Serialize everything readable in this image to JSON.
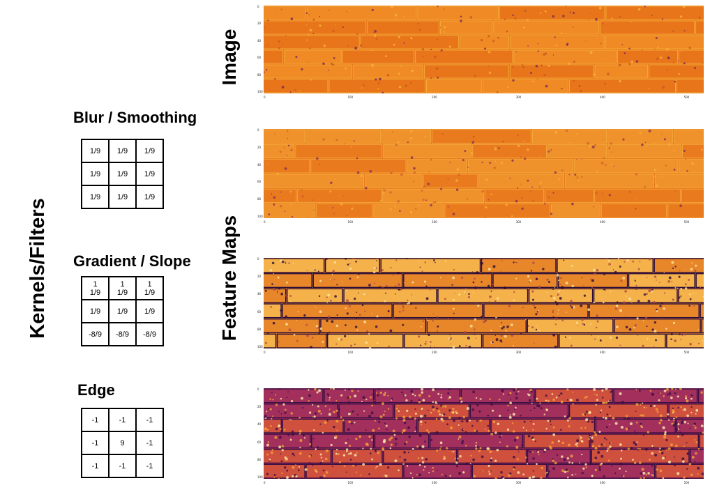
{
  "labels": {
    "kernels": "Kernels/Filters",
    "image": "Image",
    "feature_maps": "Feature Maps"
  },
  "kernels": [
    {
      "title": "Blur / Smoothing",
      "rows": [
        [
          "1/9",
          "1/9",
          "1/9"
        ],
        [
          "1/9",
          "1/9",
          "1/9"
        ],
        [
          "1/9",
          "1/9",
          "1/9"
        ]
      ]
    },
    {
      "title": "Gradient / Slope",
      "rows": [
        [
          "1\n1/9",
          "1\n1/9",
          "1\n1/9"
        ],
        [
          "1/9",
          "1/9",
          "1/9"
        ],
        [
          "-8/9",
          "-8/9",
          "-8/9"
        ]
      ]
    },
    {
      "title": "Edge",
      "rows": [
        [
          "-1",
          "-1",
          "-1"
        ],
        [
          "-1",
          "9",
          "-1"
        ],
        [
          "-1",
          "-1",
          "-1"
        ]
      ]
    }
  ],
  "maps": [
    {
      "name": "image",
      "palette": [
        "#e8751a",
        "#f08a25",
        "#c95a1e",
        "#f7b33c",
        "#7a2a55"
      ]
    },
    {
      "name": "blur-map",
      "palette": [
        "#e97a1d",
        "#f0922b",
        "#d2642a",
        "#f5ae3e",
        "#8a3356"
      ]
    },
    {
      "name": "gradient-map",
      "palette": [
        "#e8862a",
        "#f5b24a",
        "#b04a45",
        "#fde7a0",
        "#2a0d3a"
      ]
    },
    {
      "name": "edge-map",
      "palette": [
        "#a3305c",
        "#d0503e",
        "#f1a33a",
        "#fdf0b0",
        "#3c0f45"
      ]
    }
  ],
  "axes": {
    "y_ticks": [
      "0",
      "20",
      "40",
      "60",
      "80",
      "100"
    ],
    "x_ticks": [
      "0",
      "100",
      "200",
      "300",
      "400",
      "500"
    ]
  }
}
